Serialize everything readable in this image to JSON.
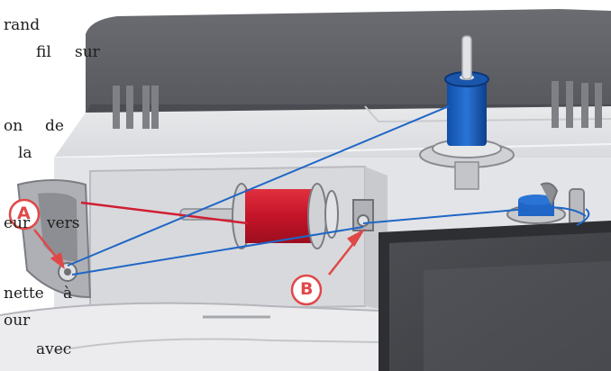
{
  "text_fragments": [
    "rand",
    "fil",
    "sur",
    "on",
    "de",
    "la",
    "eur",
    "vers",
    "nette",
    "à",
    "our",
    "avec"
  ],
  "callouts": {
    "a": "A",
    "b": "B"
  },
  "colors": {
    "accent_red": "#e04848",
    "blue_thread": "#1f66c6",
    "red_thread": "#d11e32",
    "machine_gray": "#5d5f65"
  }
}
